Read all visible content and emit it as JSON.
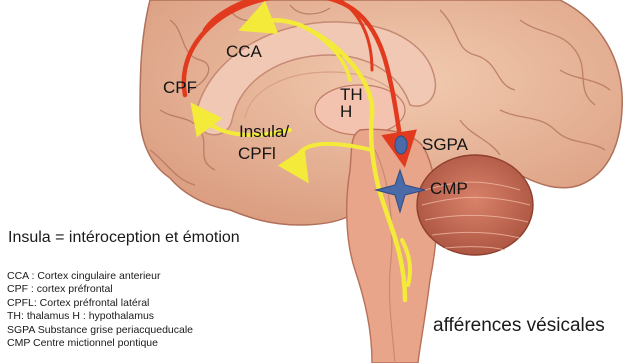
{
  "labels": {
    "cca": "CCA",
    "cpf": "CPF",
    "th": "TH",
    "h": "H",
    "insula_1": "Insula/",
    "insula_2": "CPFl",
    "sgpa": "SGPA",
    "cmp": "CMP"
  },
  "caption": "Insula = intéroception et émotion",
  "legend": [
    "CCA : Cortex cingulaire anterieur",
    "CPF : cortex préfrontal",
    "CPFL: Cortex préfrontal latéral",
    "TH: thalamus H : hypothalamus",
    "SGPA Substance grise periacqueducale",
    "CMP Centre mictionnel pontique"
  ],
  "afferences": "afférences vésicales",
  "colors": {
    "brain": "#e9b79b",
    "gyri_line": "#b0705a",
    "red_path": "#e23a1e",
    "yellow_path": "#f3ea3a",
    "star": "#4a6aa8"
  }
}
